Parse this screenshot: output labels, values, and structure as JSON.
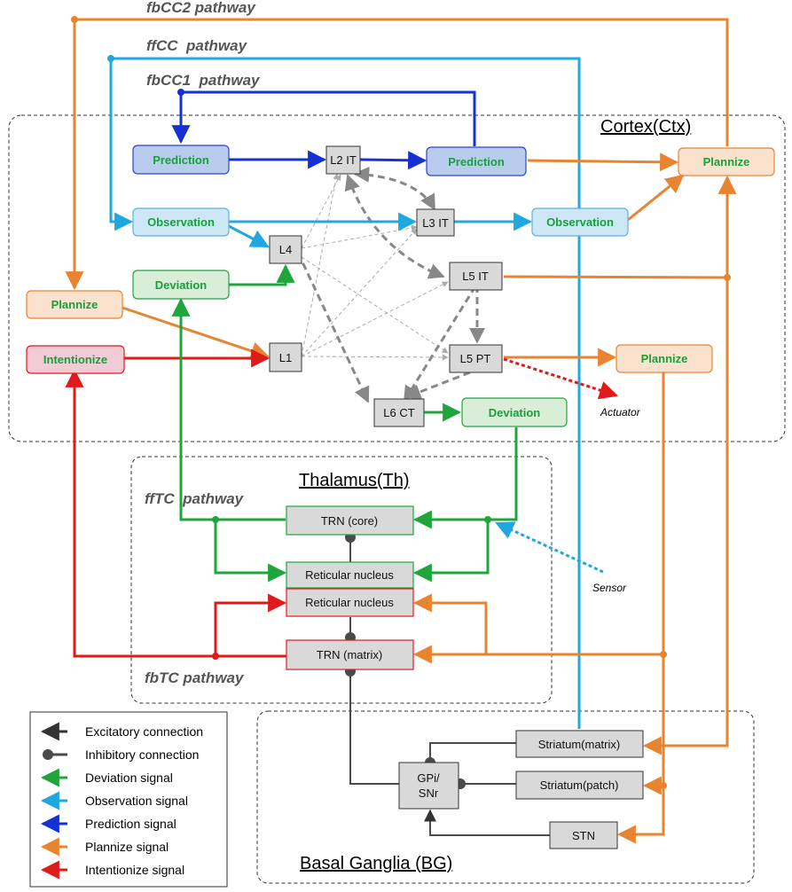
{
  "colors": {
    "deviation": "#1fa53c",
    "observation": "#1fa8e0",
    "prediction": "#1530d4",
    "plannize": "#e88430",
    "intentionize": "#e01a1a",
    "inhibitory": "#4a4a4a",
    "cortical": "#888888"
  },
  "pathways": {
    "fbcc2": "fbCC2 pathway",
    "ffcc": "ffCC  pathway",
    "fbcc1": "fbCC1  pathway",
    "fftc": "ffTC  pathway",
    "fbtc": "fbTC pathway"
  },
  "regions": {
    "cortex": "Cortex(Ctx)",
    "thalamus": "Thalamus(Th)",
    "basal_ganglia": "Basal Ganglia (BG)"
  },
  "nodes": {
    "prediction_left": "Prediction",
    "prediction_right": "Prediction",
    "observation_left": "Observation",
    "observation_right": "Observation",
    "deviation_left": "Deviation",
    "deviation_bottom": "Deviation",
    "plannize_left": "Plannize",
    "plannize_right_top": "Plannize",
    "plannize_right_mid": "Plannize",
    "intentionize": "Intentionize",
    "l2it": "L2 IT",
    "l3it": "L3 IT",
    "l4": "L4",
    "l5it": "L5 IT",
    "l5pt": "L5 PT",
    "l1": "L1",
    "l6ct": "L6 CT",
    "trn_core": "TRN (core)",
    "reticular_upper": "Reticular nucleus",
    "reticular_lower": "Reticular nucleus",
    "trn_matrix": "TRN (matrix)",
    "striatum_matrix": "Striatum(matrix)",
    "striatum_patch": "Striatum(patch)",
    "gpi_line1": "GPi/",
    "gpi_line2": "SNr",
    "stn": "STN"
  },
  "labels": {
    "actuator": "Actuator",
    "sensor": "Sensor"
  },
  "legend": {
    "excitatory": "Excitatory connection",
    "inhibitory": "Inhibitory connection",
    "deviation": "Deviation signal",
    "observation": "Observation signal",
    "prediction": "Prediction signal",
    "plannize": "Plannize signal",
    "intentionize": "Intentionize signal"
  }
}
